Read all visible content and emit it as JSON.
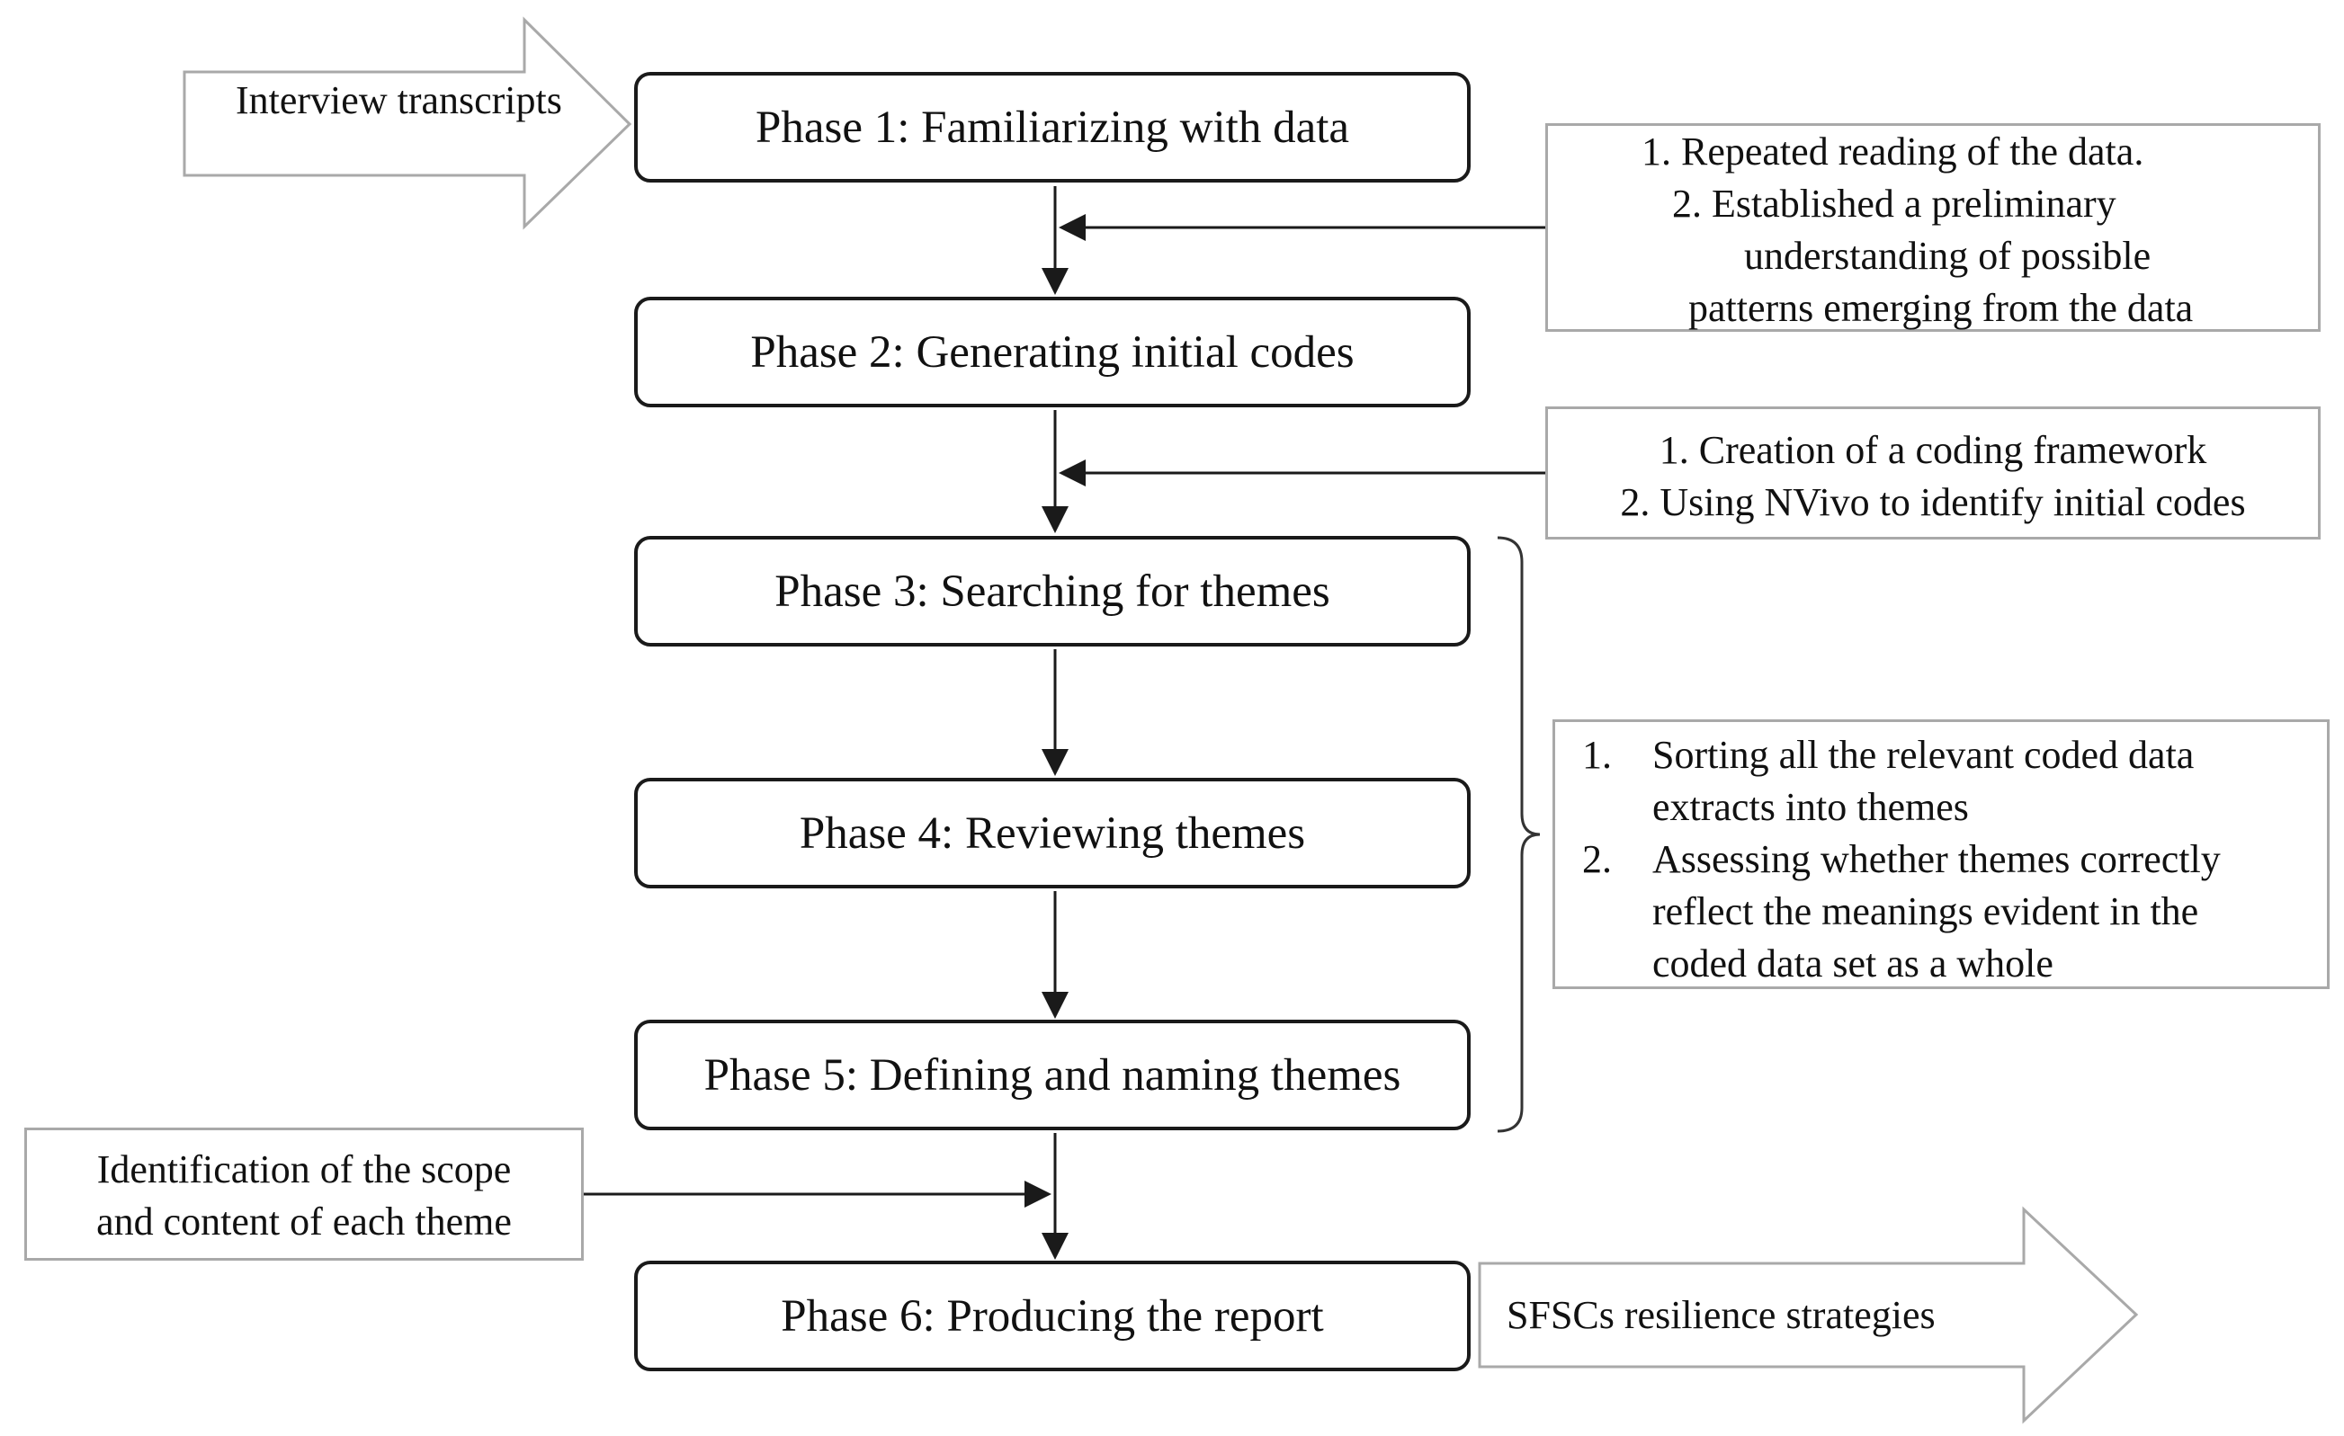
{
  "phases": [
    "Phase 1: Familiarizing with data",
    "Phase 2: Generating initial codes",
    "Phase 3: Searching for themes",
    "Phase 4: Reviewing themes",
    "Phase 5: Defining and naming themes",
    "Phase 6: Producing the report"
  ],
  "input": {
    "line1": "Interview",
    "line2": "transcripts"
  },
  "output": "SFSCs resilience strategies",
  "note1": {
    "item1": "1.   Repeated reading of the data.",
    "item2_line1": "2.   Established a preliminary",
    "item2_line2": "understanding of possible",
    "item2_line3": "patterns emerging from the data"
  },
  "note2": {
    "line1": "1. Creation of a coding framework",
    "line2": "2. Using NVivo to identify initial codes"
  },
  "note3": {
    "items": [
      {
        "num": "1.",
        "line1": "Sorting all the relevant coded data",
        "line2": "extracts into themes"
      },
      {
        "num": "2.",
        "line1": "Assessing whether themes correctly",
        "line2": "reflect the meanings evident in the",
        "line3": "coded data set as a whole"
      }
    ]
  },
  "note4": {
    "line1": "Identification of the scope",
    "line2": "and content of each theme"
  }
}
